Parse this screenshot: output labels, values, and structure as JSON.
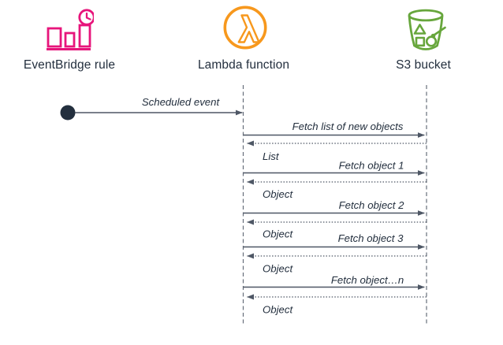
{
  "diagram": {
    "actors": [
      {
        "id": "eventbridge-rule",
        "label": "EventBridge rule",
        "icon": "eventbridge-rule-icon",
        "color": "#E7157B"
      },
      {
        "id": "lambda-function",
        "label": "Lambda function",
        "icon": "lambda-function-icon",
        "color": "#F7981D"
      },
      {
        "id": "s3-bucket",
        "label": "S3 bucket",
        "icon": "s3-bucket-icon",
        "color": "#67A63C"
      }
    ],
    "messages": [
      {
        "from": "EventBridge rule",
        "to": "Lambda function",
        "label": "Scheduled event",
        "line": "solid"
      },
      {
        "from": "Lambda function",
        "to": "S3 bucket",
        "label": "Fetch list of new objects",
        "line": "solid"
      },
      {
        "from": "S3 bucket",
        "to": "Lambda function",
        "label": "List",
        "line": "dotted"
      },
      {
        "from": "Lambda function",
        "to": "S3 bucket",
        "label": "Fetch object 1",
        "line": "solid"
      },
      {
        "from": "S3 bucket",
        "to": "Lambda function",
        "label": "Object",
        "line": "dotted"
      },
      {
        "from": "Lambda function",
        "to": "S3 bucket",
        "label": "Fetch object 2",
        "line": "solid"
      },
      {
        "from": "S3 bucket",
        "to": "Lambda function",
        "label": "Object",
        "line": "dotted"
      },
      {
        "from": "Lambda function",
        "to": "S3 bucket",
        "label": "Fetch object 3",
        "line": "solid"
      },
      {
        "from": "S3 bucket",
        "to": "Lambda function",
        "label": "Object",
        "line": "dotted"
      },
      {
        "from": "Lambda function",
        "to": "S3 bucket",
        "label": "Fetch object…n",
        "line": "solid"
      },
      {
        "from": "S3 bucket",
        "to": "Lambda function",
        "label": "Object",
        "line": "dotted"
      }
    ],
    "colors": {
      "eventbridge": "#E7157B",
      "lambda": "#F7981D",
      "s3": "#67A63C",
      "arrow": "#4E5765",
      "lifeline": "#666E7A",
      "text": "#232F3E",
      "start_node": "#232F3E"
    }
  }
}
